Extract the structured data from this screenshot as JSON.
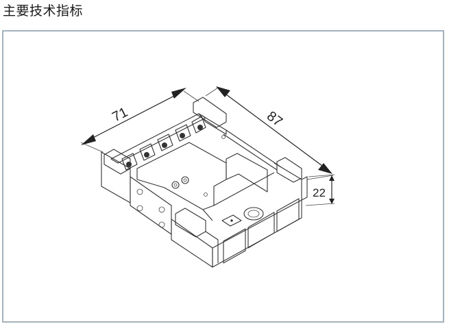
{
  "header": {
    "title": "主要技术指标"
  },
  "figure": {
    "description": "Isometric line drawing of relay socket base with dimensions",
    "dimensions": {
      "width": "71",
      "depth": "87",
      "height": "22"
    },
    "border_color": "#9fb3c3"
  }
}
